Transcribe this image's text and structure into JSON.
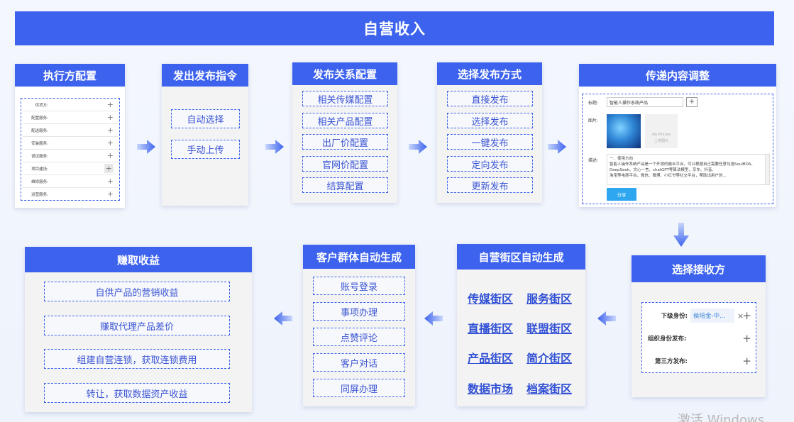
{
  "title": "自营收入",
  "steps": {
    "executor": {
      "title": "执行方配置",
      "rows": [
        {
          "label": "供货方:"
        },
        {
          "label": "配置服务:"
        },
        {
          "label": "配送服务:"
        },
        {
          "label": "安装服务:"
        },
        {
          "label": "调试服务:"
        },
        {
          "label": "项目建设:"
        },
        {
          "label": "维修服务:"
        },
        {
          "label": "运营服务:"
        }
      ]
    },
    "publish_cmd": {
      "title": "发出发布指令",
      "options": [
        "自动选择",
        "手动上传"
      ]
    },
    "relation": {
      "title": "发布关系配置",
      "options": [
        "相关传媒配置",
        "相关产品配置",
        "出厂价配置",
        "官网价配置",
        "结算配置"
      ]
    },
    "method": {
      "title": "选择发布方式",
      "options": [
        "直接发布",
        "选择发布",
        "一键发布",
        "定向发布",
        "更新发布"
      ]
    },
    "content": {
      "title": "传递内容调整",
      "title_label": "标题:",
      "title_value": "智能人操作系统产品",
      "image_label": "图片:",
      "no_picture": "No Picture",
      "upload": "上传图片",
      "desc_label": "描述:",
      "desc_heading": "一、使用方向",
      "desc_text": "智能人操作系统产品是一个开源的融合平台，可以根据自己需要任意勾选SoulBDA、DeepSeek、文心一言、chatGPT等算法模型，京东、抖音、",
      "desc_text2": "淘宝等电商平台，微信、微博、小红书等社交平台，帮助出用户的...",
      "share_button": "分享"
    },
    "receiver": {
      "title": "选择接收方",
      "rows": [
        {
          "label": "下级身份:",
          "value": "侯培金-中...",
          "clear": "×"
        },
        {
          "label": "组织身份发布:"
        },
        {
          "label": "第三方发布:"
        }
      ]
    },
    "streets": {
      "title": "自营街区自动生成",
      "items": [
        "传媒街区",
        "服务街区",
        "直播街区",
        "联盟街区",
        "产品街区",
        "简介街区",
        "数据市场",
        "档案街区"
      ]
    },
    "customers": {
      "title": "客户群体自动生成",
      "options": [
        "账号登录",
        "事项办理",
        "点赞评论",
        "客户对话",
        "同屏办理"
      ]
    },
    "earnings": {
      "title": "赚取收益",
      "options": [
        "自供产品的营销收益",
        "赚取代理产品差价",
        "组建自营连锁，获取连锁费用",
        "转让，获取数据资产收益"
      ]
    }
  },
  "icons": {
    "plus": "+",
    "arrow": "arrow-icon"
  },
  "colors": {
    "accent": "#3d63ee",
    "card": "#f3f3f3",
    "text_blue": "#3150d4"
  },
  "watermark": "激活 Windows"
}
